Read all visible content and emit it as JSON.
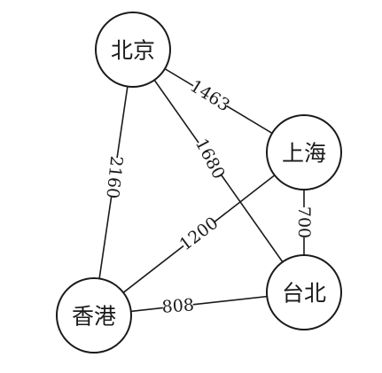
{
  "graph": {
    "nodes": [
      {
        "id": "beijing",
        "label": "北京"
      },
      {
        "id": "shanghai",
        "label": "上海"
      },
      {
        "id": "taibei",
        "label": "台北"
      },
      {
        "id": "xianggang",
        "label": "香港"
      }
    ],
    "edges": [
      {
        "id": "beijing-shanghai",
        "from": "北京",
        "to": "上海",
        "distance": "1463"
      },
      {
        "id": "beijing-taibei",
        "from": "北京",
        "to": "台北",
        "distance": "1680"
      },
      {
        "id": "beijing-xianggang",
        "from": "北京",
        "to": "香港",
        "distance": "2160"
      },
      {
        "id": "shanghai-xianggang",
        "from": "上海",
        "to": "香港",
        "distance": "1200"
      },
      {
        "id": "shanghai-taibei",
        "from": "上海",
        "to": "台北",
        "distance": "700"
      },
      {
        "id": "xianggang-taibei",
        "from": "香港",
        "to": "台北",
        "distance": "808"
      }
    ]
  }
}
